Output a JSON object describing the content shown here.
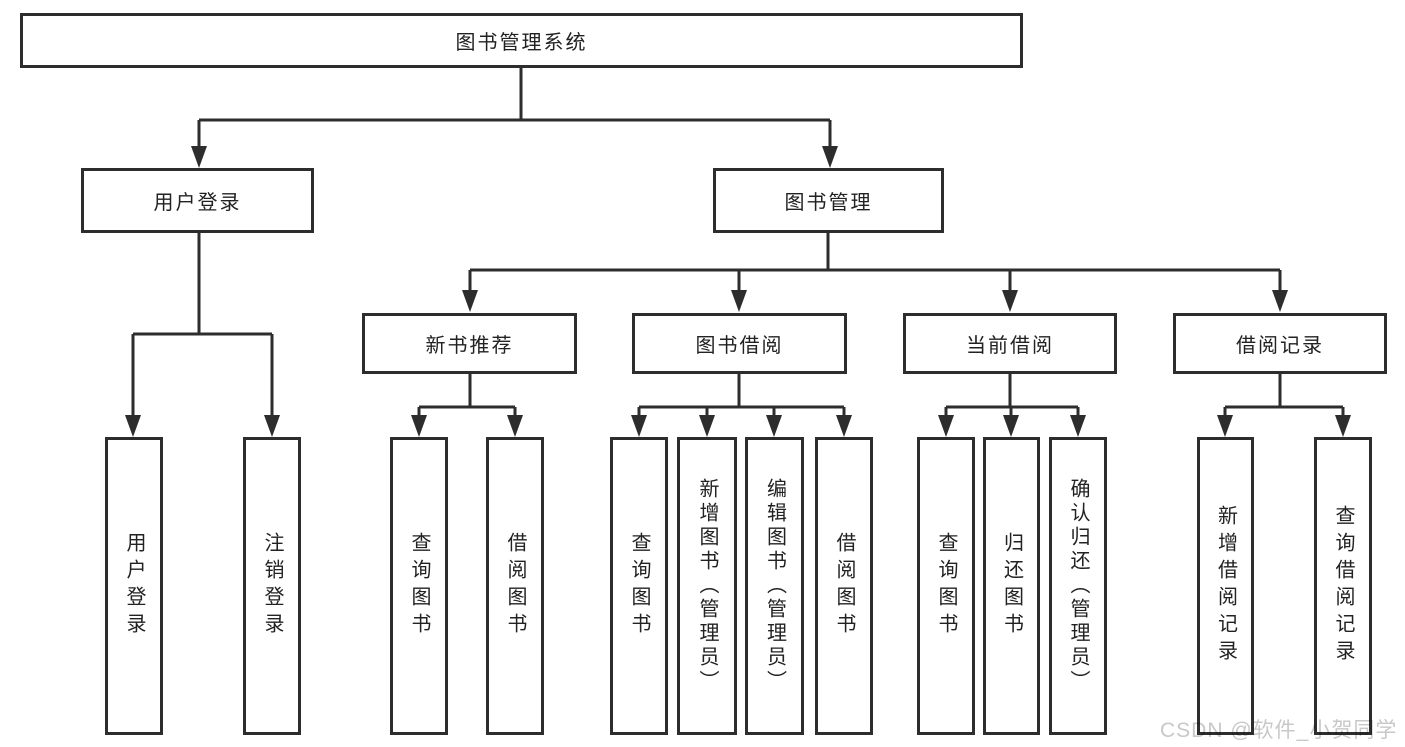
{
  "nodes": {
    "root": "图书管理系统",
    "user_login": "用户登录",
    "book_management": "图书管理",
    "new_book_recommend": "新书推荐",
    "book_borrowing": "图书借阅",
    "current_borrowing": "当前借阅",
    "borrowing_records": "借阅记录",
    "leaf_user_login": "用户登录",
    "leaf_logout": "注销登录",
    "leaf_query_books_recommend": "查询图书",
    "leaf_borrow_books_recommend": "借阅图书",
    "leaf_query_books_borrowing": "查询图书",
    "leaf_add_books_admin": "新增图书（管理员）",
    "leaf_edit_books_admin": "编辑图书（管理员）",
    "leaf_borrow_books_borrowing": "借阅图书",
    "leaf_query_books_current": "查询图书",
    "leaf_return_books": "归还图书",
    "leaf_confirm_return_admin": "确认归还（管理员）",
    "leaf_add_borrow_record": "新增借阅记录",
    "leaf_query_borrow_record": "查询借阅记录"
  },
  "watermark": {
    "text": "CSDN @软件_小贺同学",
    "color": "#c8c8c8"
  },
  "colors": {
    "line": "#2d2d2d",
    "text": "#222222",
    "background": "#ffffff"
  }
}
